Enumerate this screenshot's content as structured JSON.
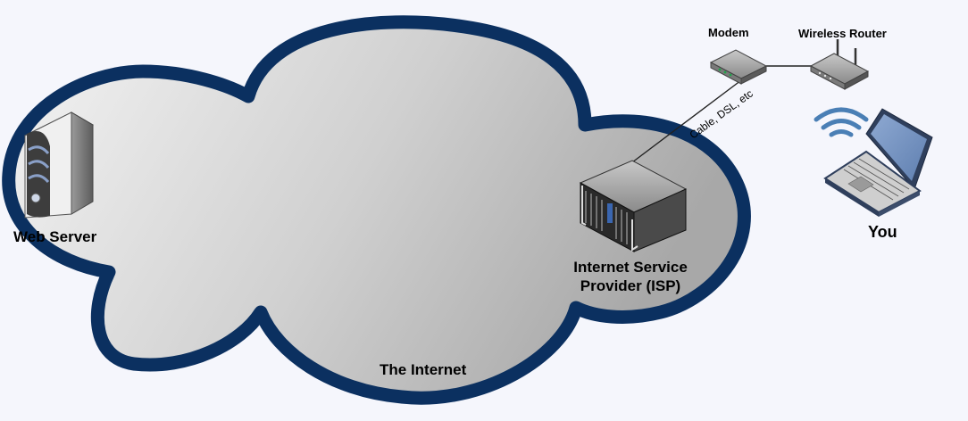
{
  "labels": {
    "web_server": "Web Server",
    "isp": "Internet Service Provider (ISP)",
    "isp_line1": "Internet Service",
    "isp_line2": "Provider (ISP)",
    "internet": "The Internet",
    "modem": "Modem",
    "wireless_router": "Wireless Router",
    "connection": "Cable, DSL, etc",
    "you": "You"
  },
  "icons": {
    "web_server": "server-tower-icon",
    "isp": "rack-server-icon",
    "modem": "modem-icon",
    "router": "wireless-router-icon",
    "wifi": "wifi-signal-icon",
    "laptop": "laptop-icon"
  },
  "colors": {
    "background": "#f5f6fc",
    "cloud_outline": "#0b3060",
    "cloud_fill_light": "#f2f2f2",
    "cloud_fill_dark": "#a9a9a9",
    "wifi": "#4a7fb5",
    "laptop_screen": "#7c9ac6"
  }
}
